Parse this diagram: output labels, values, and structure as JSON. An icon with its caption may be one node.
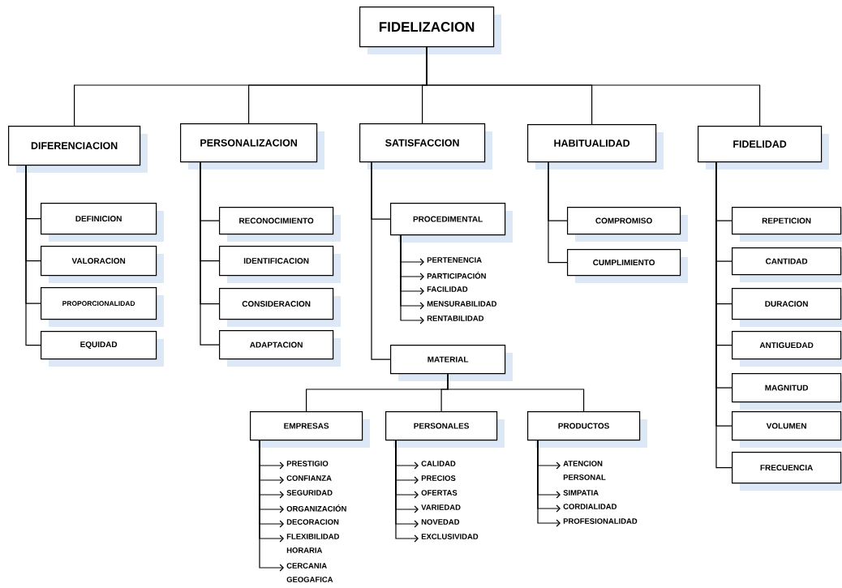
{
  "diagram": {
    "nodes": [
      {
        "text": [
          "FIDELIZACION"
        ]
      },
      {
        "text": [
          "DIFERENCIACION"
        ]
      },
      {
        "text": [
          "PERSONALIZACION"
        ]
      },
      {
        "text": [
          "SATISFACCION"
        ]
      },
      {
        "text": [
          "HABITUALIDAD"
        ]
      },
      {
        "text": [
          "FIDELIDAD"
        ]
      },
      {
        "text": [
          "DEFINICION"
        ]
      },
      {
        "text": [
          "VALORACION"
        ]
      },
      {
        "text": [
          "PROPORCIONALIDAD"
        ]
      },
      {
        "text": [
          "EQUIDAD"
        ]
      },
      {
        "text": [
          "RECONOCIMIENTO"
        ]
      },
      {
        "text": [
          "IDENTIFICACION"
        ]
      },
      {
        "text": [
          "CONSIDERACION"
        ]
      },
      {
        "text": [
          "ADAPTACION"
        ]
      },
      {
        "text": [
          "PROCEDIMENTAL"
        ]
      },
      {
        "text": [
          "PERTENENCIA"
        ]
      },
      {
        "text": [
          "PARTICIPACIÓN"
        ]
      },
      {
        "text": [
          "FACILIDAD"
        ]
      },
      {
        "text": [
          "MENSURABILIDAD"
        ]
      },
      {
        "text": [
          "RENTABILIDAD"
        ]
      },
      {
        "text": [
          "MATERIAL"
        ]
      },
      {
        "text": [
          "COMPROMISO"
        ]
      },
      {
        "text": [
          "CUMPLIMIENTO"
        ]
      },
      {
        "text": [
          "REPETICION"
        ]
      },
      {
        "text": [
          "CANTIDAD"
        ]
      },
      {
        "text": [
          "DURACION"
        ]
      },
      {
        "text": [
          "ANTIGUEDAD"
        ]
      },
      {
        "text": [
          "MAGNITUD"
        ]
      },
      {
        "text": [
          "VOLUMEN"
        ]
      },
      {
        "text": [
          "FRECUENCIA"
        ]
      },
      {
        "text": [
          "EMPRESAS"
        ]
      },
      {
        "text": [
          "PERSONALES"
        ]
      },
      {
        "text": [
          "PRODUCTOS"
        ]
      },
      {
        "text": [
          "PRESTIGIO"
        ]
      },
      {
        "text": [
          "CONFIANZA"
        ]
      },
      {
        "text": [
          "SEGURIDAD"
        ]
      },
      {
        "text": [
          "ORGANIZACIÓN"
        ]
      },
      {
        "text": [
          "DECORACION"
        ]
      },
      {
        "text": [
          "FLEXIBILIDAD HORARIA"
        ]
      },
      {
        "text": [
          "CERCANIA GEOGAFICA"
        ]
      },
      {
        "text": [
          "CALIDAD"
        ]
      },
      {
        "text": [
          "PRECIOS"
        ]
      },
      {
        "text": [
          "OFERTAS"
        ]
      },
      {
        "text": [
          "VARIEDAD"
        ]
      },
      {
        "text": [
          "NOVEDAD"
        ]
      },
      {
        "text": [
          "EXCLUSIVIDAD"
        ]
      },
      {
        "text": [
          "ATENCION PERSONAL"
        ]
      },
      {
        "text": [
          "SIMPATIA"
        ]
      },
      {
        "text": [
          "CORDIALIDAD"
        ]
      },
      {
        "text": [
          "PROFESIONALIDAD"
        ]
      }
    ],
    "edges": [
      {
        "from": 0,
        "to": 1,
        "arrow": "none"
      },
      {
        "from": 0,
        "to": 2,
        "arrow": "none"
      },
      {
        "from": 0,
        "to": 3,
        "arrow": "none"
      },
      {
        "from": 0,
        "to": 4,
        "arrow": "none"
      },
      {
        "from": 0,
        "to": 5,
        "arrow": "none"
      },
      {
        "from": 1,
        "to": 6,
        "arrow": "none"
      },
      {
        "from": 1,
        "to": 7,
        "arrow": "none"
      },
      {
        "from": 1,
        "to": 8,
        "arrow": "none"
      },
      {
        "from": 1,
        "to": 9,
        "arrow": "none"
      },
      {
        "from": 2,
        "to": 10,
        "arrow": "none"
      },
      {
        "from": 2,
        "to": 11,
        "arrow": "none"
      },
      {
        "from": 2,
        "to": 12,
        "arrow": "none"
      },
      {
        "from": 2,
        "to": 13,
        "arrow": "none"
      },
      {
        "from": 3,
        "to": 14,
        "arrow": "none"
      },
      {
        "from": 14,
        "to": 15,
        "arrow": "to"
      },
      {
        "from": 14,
        "to": 16,
        "arrow": "to"
      },
      {
        "from": 14,
        "to": 17,
        "arrow": "to"
      },
      {
        "from": 14,
        "to": 18,
        "arrow": "to"
      },
      {
        "from": 14,
        "to": 19,
        "arrow": "to"
      },
      {
        "from": 3,
        "to": 20,
        "arrow": "none"
      },
      {
        "from": 4,
        "to": 21,
        "arrow": "none"
      },
      {
        "from": 4,
        "to": 22,
        "arrow": "none"
      },
      {
        "from": 5,
        "to": 23,
        "arrow": "none"
      },
      {
        "from": 5,
        "to": 24,
        "arrow": "none"
      },
      {
        "from": 5,
        "to": 25,
        "arrow": "none"
      },
      {
        "from": 5,
        "to": 26,
        "arrow": "none"
      },
      {
        "from": 5,
        "to": 27,
        "arrow": "none"
      },
      {
        "from": 5,
        "to": 28,
        "arrow": "none"
      },
      {
        "from": 5,
        "to": 29,
        "arrow": "none"
      },
      {
        "from": 20,
        "to": 30,
        "arrow": "none"
      },
      {
        "from": 20,
        "to": 31,
        "arrow": "none"
      },
      {
        "from": 20,
        "to": 32,
        "arrow": "none"
      },
      {
        "from": 30,
        "to": 33,
        "arrow": "to"
      },
      {
        "from": 30,
        "to": 34,
        "arrow": "to"
      },
      {
        "from": 30,
        "to": 35,
        "arrow": "to"
      },
      {
        "from": 30,
        "to": 36,
        "arrow": "to"
      },
      {
        "from": 30,
        "to": 37,
        "arrow": "to"
      },
      {
        "from": 30,
        "to": 38,
        "arrow": "to"
      },
      {
        "from": 30,
        "to": 39,
        "arrow": "to"
      },
      {
        "from": 31,
        "to": 40,
        "arrow": "to"
      },
      {
        "from": 31,
        "to": 41,
        "arrow": "to"
      },
      {
        "from": 31,
        "to": 42,
        "arrow": "to"
      },
      {
        "from": 31,
        "to": 43,
        "arrow": "to"
      },
      {
        "from": 31,
        "to": 44,
        "arrow": "to"
      },
      {
        "from": 31,
        "to": 45,
        "arrow": "to"
      },
      {
        "from": 32,
        "to": 46,
        "arrow": "to"
      },
      {
        "from": 32,
        "to": 47,
        "arrow": "to"
      },
      {
        "from": 32,
        "to": 48,
        "arrow": "to"
      },
      {
        "from": 32,
        "to": 49,
        "arrow": "to"
      }
    ]
  }
}
